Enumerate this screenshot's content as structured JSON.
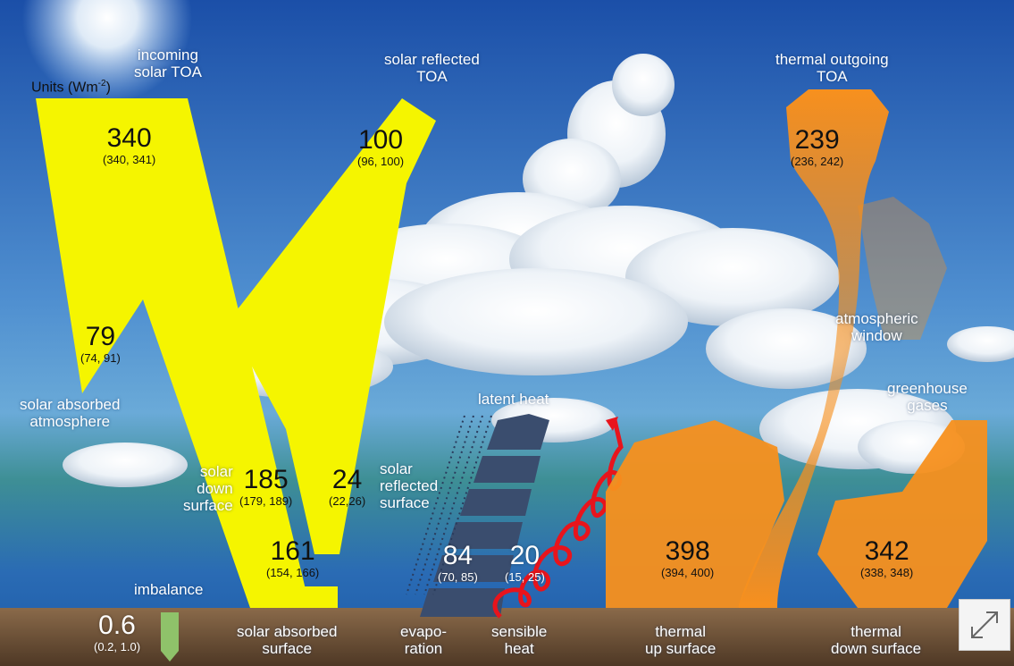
{
  "units": {
    "text": "Units (Wm",
    "superscript": "-2",
    "close": ")"
  },
  "flows": {
    "incoming_solar": {
      "label_l1": "incoming",
      "label_l2": "solar TOA",
      "value": "340",
      "range": "(340, 341)",
      "color": "#f5f500"
    },
    "solar_reflected_toa": {
      "label_l1": "solar reflected",
      "label_l2": "TOA",
      "value": "100",
      "range": "(96, 100)",
      "color": "#f5f500"
    },
    "solar_absorbed_atmosphere": {
      "label_l1": "solar absorbed",
      "label_l2": "atmosphere",
      "value": "79",
      "range": "(74, 91)",
      "color": "#f5f500"
    },
    "solar_down_surface": {
      "label_l1": "solar",
      "label_l2": "down",
      "label_l3": "surface",
      "value": "185",
      "range": "(179, 189)",
      "color": "#f5f500"
    },
    "solar_reflected_surface": {
      "label_l1": "solar",
      "label_l2": "reflected",
      "label_l3": "surface",
      "value": "24",
      "range": "(22,26)",
      "color": "#f5f500"
    },
    "solar_absorbed_surface": {
      "label_l1": "solar absorbed",
      "label_l2": "surface",
      "value": "161",
      "range": "(154, 166)",
      "color": "#f5f500"
    },
    "latent_heat": {
      "label": "latent heat",
      "label_l1": "evapo-",
      "label_l2": "ration",
      "value": "84",
      "range": "(70, 85)",
      "color": "#3a4d6e"
    },
    "sensible_heat": {
      "label_l1": "sensible",
      "label_l2": "heat",
      "value": "20",
      "range": "(15, 25)",
      "color": "#e8141c"
    },
    "thermal_outgoing_toa": {
      "label_l1": "thermal outgoing",
      "label_l2": "TOA",
      "value": "239",
      "range": "(236, 242)",
      "color": "#f7901e"
    },
    "atmospheric_window": {
      "label_l1": "atmospheric",
      "label_l2": "window",
      "color": "#f7901e"
    },
    "greenhouse_gases": {
      "label_l1": "greenhouse",
      "label_l2": "gases",
      "color": "#f7901e"
    },
    "thermal_up_surface": {
      "label_l1": "thermal",
      "label_l2": "up surface",
      "value": "398",
      "range": "(394, 400)",
      "color": "#f7901e"
    },
    "thermal_down_surface": {
      "label_l1": "thermal",
      "label_l2": "down surface",
      "value": "342",
      "range": "(338, 348)",
      "color": "#f7901e"
    },
    "imbalance": {
      "label": "imbalance",
      "value": "0.6",
      "range": "(0.2, 1.0)",
      "color": "#8fc26a"
    }
  },
  "icons": {
    "expand": "expand-diagonal-arrows-icon",
    "sun": "sun-icon",
    "clouds": "cloud-icon"
  },
  "colors": {
    "sky_top": "#1a4da3",
    "sky_mid": "#4f8ed0",
    "horizon": "#2f8f86",
    "ground": "#6b4f35"
  }
}
